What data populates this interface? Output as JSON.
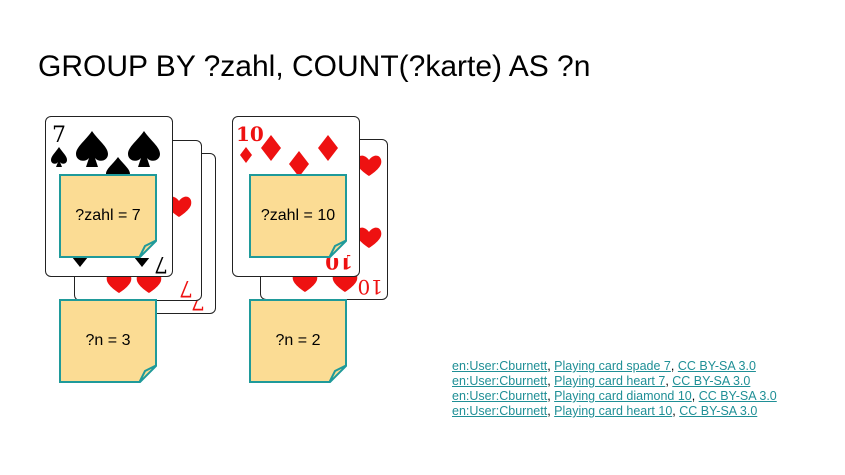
{
  "title": "GROUP BY ?zahl, COUNT(?karte) AS ?n",
  "colors": {
    "note_fill": "#fbdc94",
    "note_border": "#1f9a9a",
    "suit_red": "#ee1111",
    "suit_black": "#000000",
    "link": "#1f8f96"
  },
  "groups": [
    {
      "rank": "7",
      "zahl_label": "?zahl = 7",
      "count_label": "?n = 3",
      "card_count": 3
    },
    {
      "rank": "10",
      "zahl_label": "?zahl = 10",
      "count_label": "?n = 2",
      "card_count": 2
    }
  ],
  "cards": [
    {
      "rank": "7",
      "suit": "spade",
      "color": "black"
    },
    {
      "rank": "7",
      "suit": "heart",
      "color": "red"
    },
    {
      "rank": "7",
      "suit": "heart",
      "color": "red"
    },
    {
      "rank": "10",
      "suit": "diamond",
      "color": "red"
    },
    {
      "rank": "10",
      "suit": "heart",
      "color": "red"
    }
  ],
  "credits": [
    {
      "author": "en:User:Cburnett",
      "work": "Playing card spade 7",
      "license": "CC BY-SA 3.0"
    },
    {
      "author": "en:User:Cburnett",
      "work": "Playing card heart 7",
      "license": "CC BY-SA 3.0"
    },
    {
      "author": "en:User:Cburnett",
      "work": "Playing card diamond 10",
      "license": "CC BY-SA 3.0"
    },
    {
      "author": "en:User:Cburnett",
      "work": "Playing card heart 10",
      "license": "CC BY-SA 3.0"
    }
  ],
  "separator": ", "
}
